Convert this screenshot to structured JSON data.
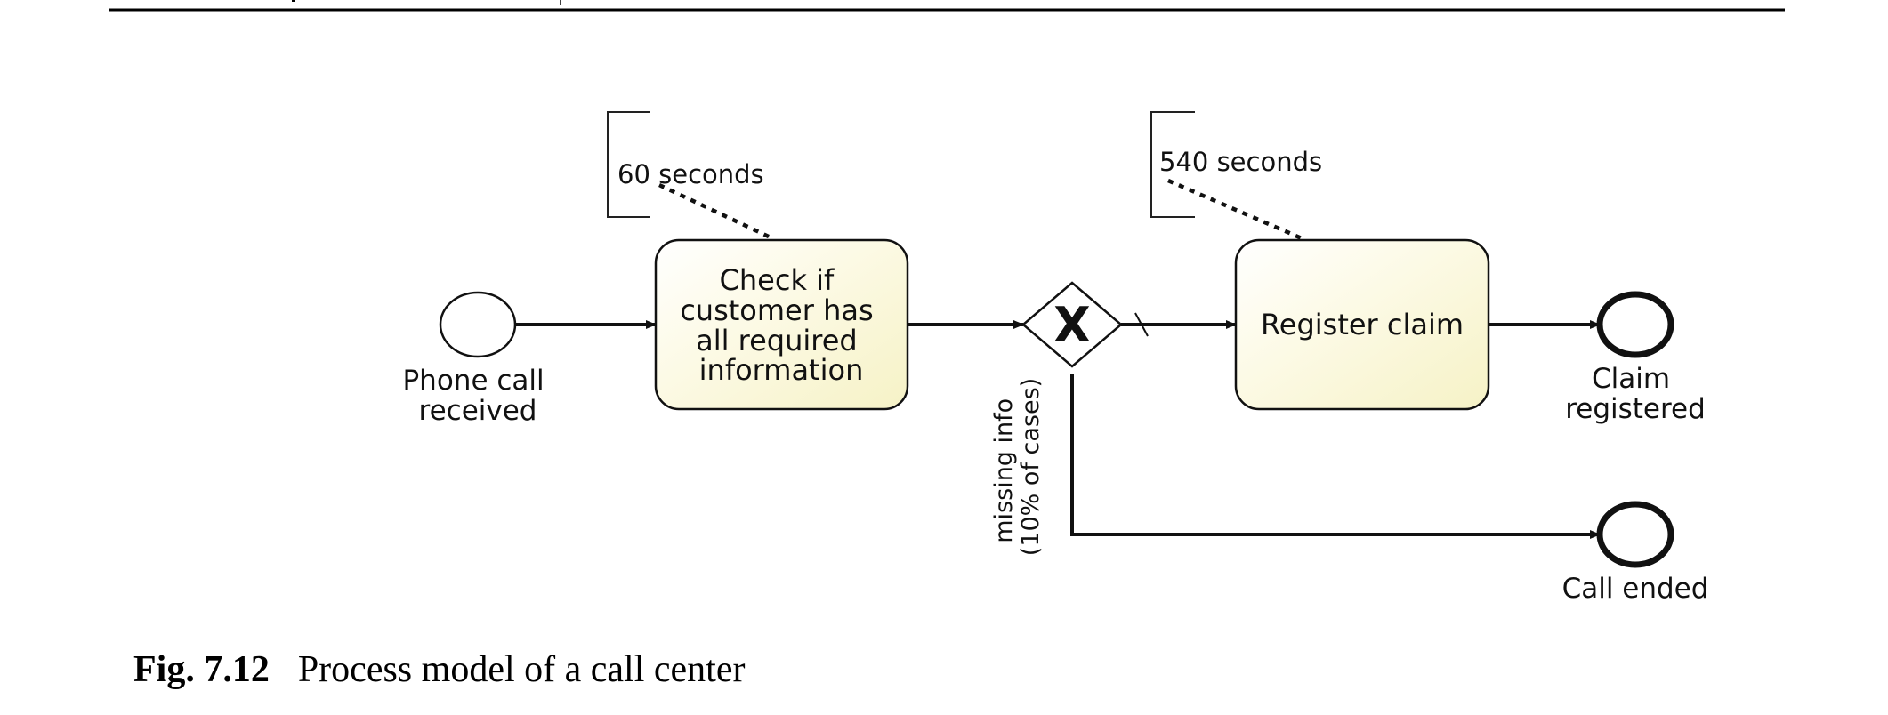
{
  "colors": {
    "task_fill_light": "#ffffff",
    "task_fill_dark": "#f8f4cc",
    "stroke": "#111111"
  },
  "events": {
    "start": {
      "label_lines": [
        "Phone call",
        "received"
      ]
    },
    "end_registered": {
      "label_lines": [
        "Claim",
        "registered"
      ]
    },
    "end_call": {
      "label_lines": [
        "Call ended"
      ]
    }
  },
  "tasks": {
    "check": {
      "label_lines": [
        "Check if",
        "customer has",
        "all required",
        "information"
      ]
    },
    "register": {
      "label_lines": [
        "Register claim"
      ]
    }
  },
  "gateway": {
    "type": "exclusive",
    "marker": "X"
  },
  "annotations": {
    "check_time": "60 seconds",
    "register_time": "540 seconds"
  },
  "flows": {
    "missing_info_label_lines": [
      "missing info",
      "(10% of cases)"
    ]
  },
  "caption": {
    "number": "Fig. 7.12",
    "text": "Process model of a call center"
  }
}
